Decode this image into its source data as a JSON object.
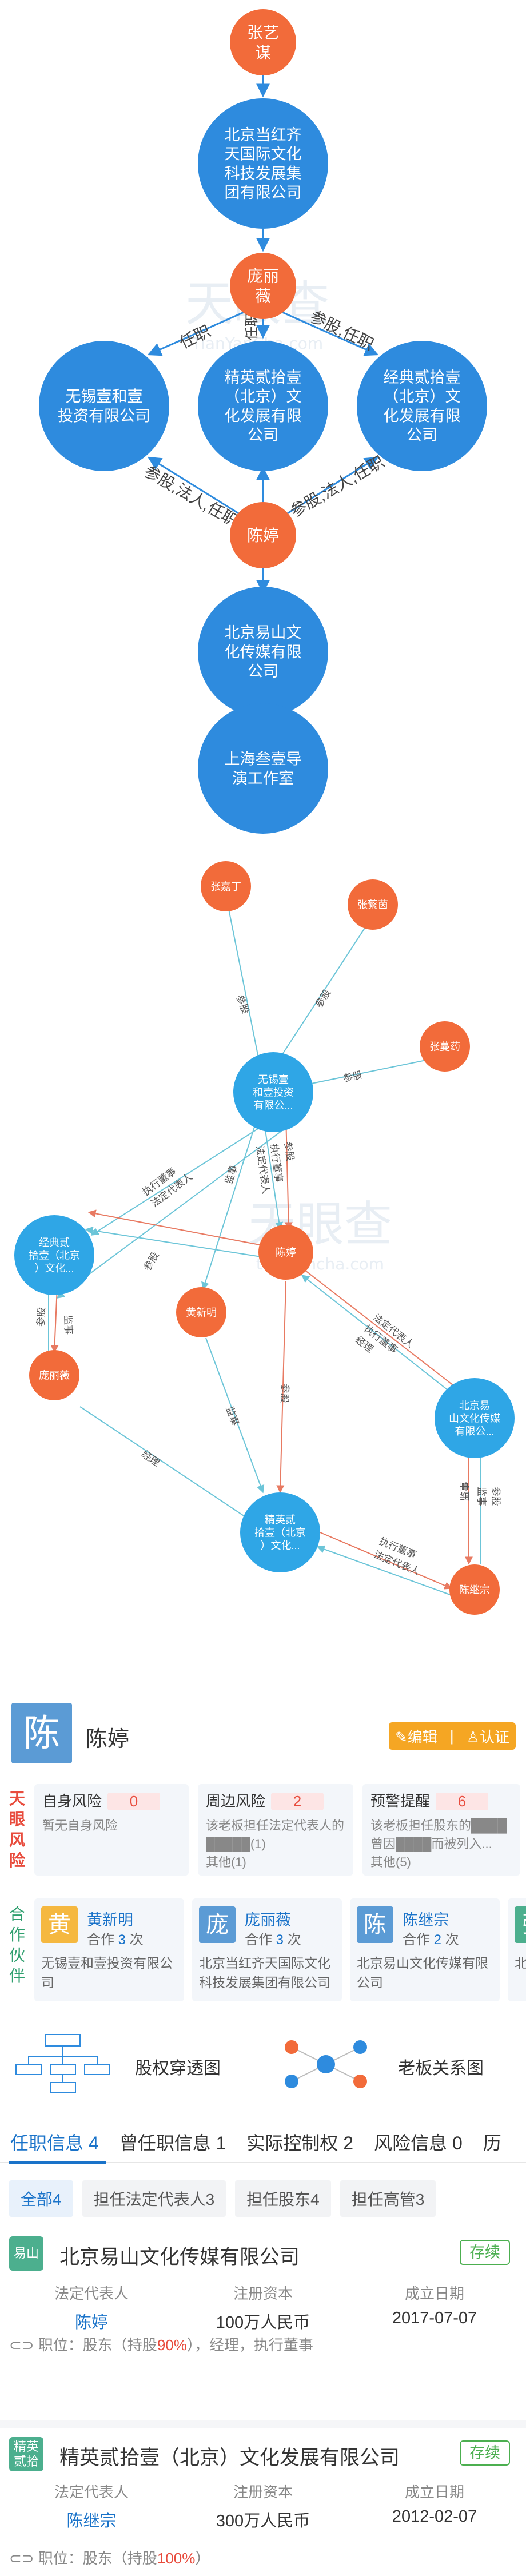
{
  "graph1": {
    "nodes": {
      "zhang": "张艺\n谋",
      "bj_hongqi": "北京当红齐\n天国际文化\n科技发展集\n团有限公司",
      "pang": "庞丽\n薇",
      "wuxi": "无锡壹和壹\n投资有限公司",
      "jingying": "精英贰拾壹\n（北京）文\n化发展有限\n公司",
      "jingdian": "经典贰拾壹\n（北京）文\n化发展有限\n公司",
      "chen": "陈婷",
      "yishan": "北京易山文\n化传媒有限\n公司",
      "shanghai": "上海叁壹导\n演工作室"
    },
    "edges": {
      "pang_wuxi": "任职",
      "pang_jingdian": "参股,任职",
      "pang_jingying": "任职",
      "chen_wuxi": "参股,法人,任职",
      "chen_jingdian": "参股,法人,任职"
    },
    "watermark_cn": "天眼查",
    "watermark_en": "TianYanCha.com"
  },
  "graph2": {
    "nodes": {
      "zhangjiading": "张嘉丁",
      "zhangjian": "张蘩茵",
      "zhangman": "张蔓药",
      "wuxi": "无锡壹\n和壹投资\n有限公...",
      "jingdian": "经典贰\n拾壹（北京\n）文化...",
      "chen": "陈婷",
      "huangxin": "黄新明",
      "pang": "庞丽薇",
      "yishan": "北京易\n山文化传媒\n有限公...",
      "jingying": "精英贰\n拾壹（北京\n）文化...",
      "chenjizong": "陈继宗"
    },
    "edges": {
      "e1": "参股",
      "e2": "参股",
      "e3": "参股",
      "e4": "参股",
      "e5": "执行董事\n法定代表人",
      "e6": "参股\n执行董事\n法定代表人",
      "e7": "监事",
      "e8": "参股",
      "e9": "监事",
      "e10": "参股",
      "e11": "经理",
      "e12": "法定代表人\n执行董事\n经理",
      "e13": "参股",
      "e14": "监事",
      "e15": "监事",
      "e16": "参股\n监事",
      "e17": "执行董事\n法定代表人"
    },
    "watermark_cn": "天眼查",
    "watermark_en": "tianyancha.com"
  },
  "profile": {
    "avatar_char": "陈",
    "name": "陈婷",
    "edit_label": "编辑",
    "verify_label": "认证"
  },
  "risk": {
    "tag": "天\n眼\n风\n险",
    "cards": [
      {
        "title": "自身风险",
        "count": "0",
        "desc": "暂无自身风险"
      },
      {
        "title": "周边风险",
        "count": "2",
        "desc": "该老板担任法定代表人的█████(1)\n其他(1)"
      },
      {
        "title": "预警提醒",
        "count": "6",
        "desc": "该老板担任股东的████曾因████而被列入...\n其他(5)"
      }
    ]
  },
  "partners": {
    "tag": "合\n作\n伙\n伴",
    "cards": [
      {
        "avatar": "黄",
        "name": "黄新明",
        "coop_prefix": "合作",
        "coop_count": "3",
        "coop_suffix": "次",
        "company": "无锡壹和壹投资有限公司",
        "color": "#f5b840"
      },
      {
        "avatar": "庞",
        "name": "庞丽薇",
        "coop_prefix": "合作",
        "coop_count": "3",
        "coop_suffix": "次",
        "company": "北京当红齐天国际文化科技发展集团有限公司",
        "color": "#5b9bd5"
      },
      {
        "avatar": "陈",
        "name": "陈继宗",
        "coop_prefix": "合作",
        "coop_count": "2",
        "coop_suffix": "次",
        "company": "北京易山文化传媒有限公司",
        "color": "#5b9bd5"
      },
      {
        "avatar": "张",
        "name": "",
        "coop_prefix": "",
        "coop_count": "",
        "coop_suffix": "",
        "company": "北京",
        "color": "#4caf8e"
      }
    ]
  },
  "tools": {
    "equity_label": "股权穿透图",
    "boss_label": "老板关系图"
  },
  "tabs": [
    {
      "label": "任职信息 4",
      "active": true
    },
    {
      "label": "曾任职信息 1",
      "active": false
    },
    {
      "label": "实际控制权 2",
      "active": false
    },
    {
      "label": "风险信息 0",
      "active": false
    },
    {
      "label": "历",
      "active": false
    }
  ],
  "filters": [
    {
      "label": "全部4",
      "active": true
    },
    {
      "label": "担任法定代表人3",
      "active": false
    },
    {
      "label": "担任股东4",
      "active": false
    },
    {
      "label": "担任高管3",
      "active": false
    }
  ],
  "companies": [
    {
      "logo": "易山",
      "name": "北京易山文化传媒有限公司",
      "status": "存续",
      "legal_rep_label": "法定代表人",
      "legal_rep": "陈婷",
      "capital_label": "注册资本",
      "capital": "100万人民币",
      "date_label": "成立日期",
      "date": "2017-07-07",
      "position_prefix": "职位：股东（持股",
      "share": "90%",
      "position_suffix": "），经理，执行董事"
    },
    {
      "logo": "精英\n贰拾",
      "name": "精英贰拾壹（北京）文化发展有限公司",
      "status": "存续",
      "legal_rep_label": "法定代表人",
      "legal_rep": "陈继宗",
      "capital_label": "注册资本",
      "capital": "300万人民币",
      "date_label": "成立日期",
      "date": "2012-02-07",
      "position_prefix": "职位：股东（持股",
      "share": "100%",
      "position_suffix": "）"
    }
  ],
  "colors": {
    "blue_node": "#2e8bde",
    "orange_node": "#f26b3a",
    "link": "#1a73c9",
    "risk_red": "#e84c3d",
    "status_green": "#4caf50"
  }
}
